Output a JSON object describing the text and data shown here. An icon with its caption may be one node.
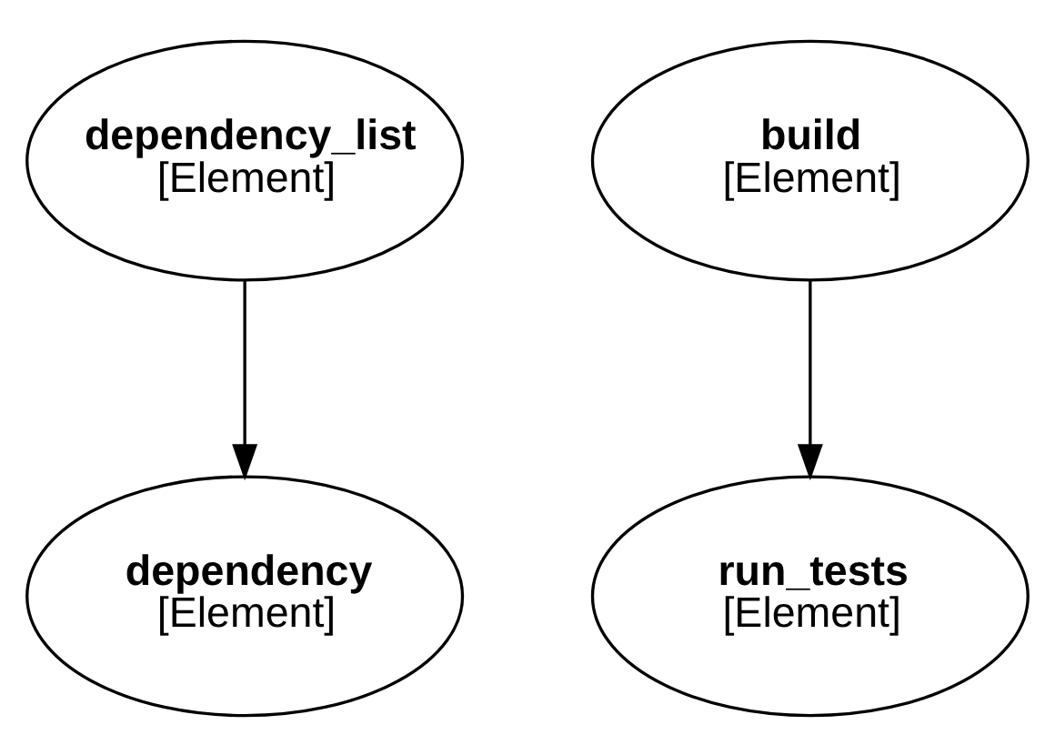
{
  "diagram": {
    "nodes": [
      {
        "text": [
          "dependency_list",
          "[Element]"
        ]
      },
      {
        "text": [
          "build",
          "[Element]"
        ]
      },
      {
        "text": [
          "dependency",
          "[Element]"
        ]
      },
      {
        "text": [
          "run_tests",
          "[Element]"
        ]
      }
    ],
    "edges": [
      {
        "from": 0,
        "to": 2,
        "arrow": "to"
      },
      {
        "from": 1,
        "to": 3,
        "arrow": "to"
      }
    ]
  }
}
